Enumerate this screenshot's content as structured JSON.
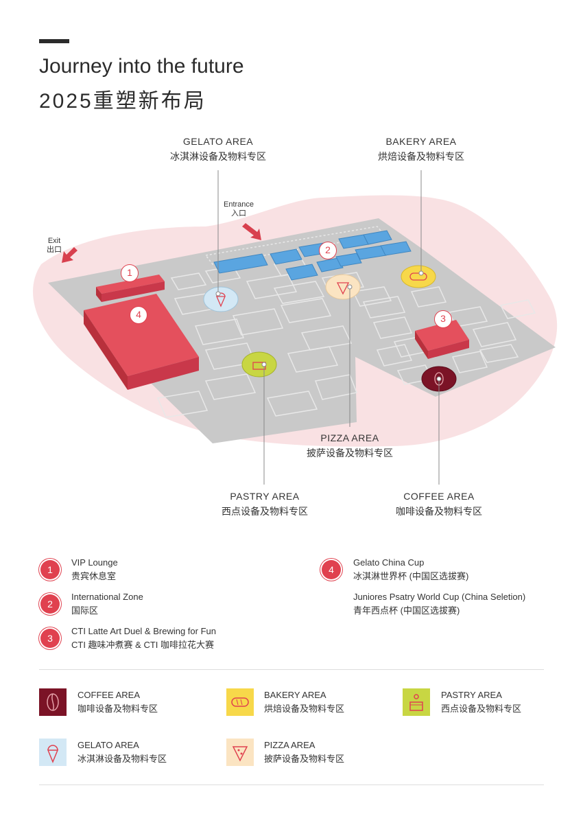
{
  "header": {
    "title_en": "Journey into the future",
    "title_zh": "2025重塑新布局"
  },
  "map": {
    "entrance": {
      "en": "Entrance",
      "zh": "入口"
    },
    "exit": {
      "en": "Exit",
      "zh": "出口"
    },
    "markers": [
      "1",
      "2",
      "3",
      "4"
    ],
    "callouts": {
      "gelato": {
        "en": "GELATO AREA",
        "zh": "冰淇淋设备及物料专区"
      },
      "bakery": {
        "en": "BAKERY AREA",
        "zh": "烘焙设备及物料专区"
      },
      "pizza": {
        "en": "PIZZA AREA",
        "zh": "披萨设备及物料专区"
      },
      "pastry": {
        "en": "PASTRY AREA",
        "zh": "西点设备及物料专区"
      },
      "coffee": {
        "en": "COFFEE AREA",
        "zh": "咖啡设备及物料专区"
      }
    },
    "colors": {
      "blob": "#f9e1e3",
      "floor": "#c9c9c9",
      "red": "#d8404e",
      "blue": "#5aa5e0"
    }
  },
  "zones": [
    {
      "num": "1",
      "en": "VIP Lounge",
      "zh": "贵宾休息室"
    },
    {
      "num": "2",
      "en": "International Zone",
      "zh": "国际区"
    },
    {
      "num": "3",
      "en": "CTI Latte Art Duel & Brewing for Fun",
      "zh": "CTI 趣味冲煮赛 & CTI 咖啡拉花大赛"
    },
    {
      "num": "4",
      "en": "Gelato China Cup",
      "zh": "冰淇淋世界杯 (中国区选拔赛)",
      "en2": "Juniores Psatry World Cup (China Seletion)",
      "zh2": "青年西点杯 (中国区选拔赛)"
    }
  ],
  "areas": {
    "coffee": {
      "en": "COFFEE AREA",
      "zh": "咖啡设备及物料专区",
      "color": "#7b1326",
      "icon": "coffee-bean-icon"
    },
    "bakery": {
      "en": "BAKERY AREA",
      "zh": "烘焙设备及物料专区",
      "color": "#f7d84a",
      "icon": "bread-icon"
    },
    "pastry": {
      "en": "PASTRY AREA",
      "zh": "西点设备及物料专区",
      "color": "#c8d643",
      "icon": "cake-icon"
    },
    "gelato": {
      "en": "GELATO AREA",
      "zh": "冰淇淋设备及物料专区",
      "color": "#d3e8f5",
      "icon": "ice-cream-icon"
    },
    "pizza": {
      "en": "PIZZA AREA",
      "zh": "披萨设备及物料专区",
      "color": "#fbe4c2",
      "icon": "pizza-slice-icon"
    }
  }
}
